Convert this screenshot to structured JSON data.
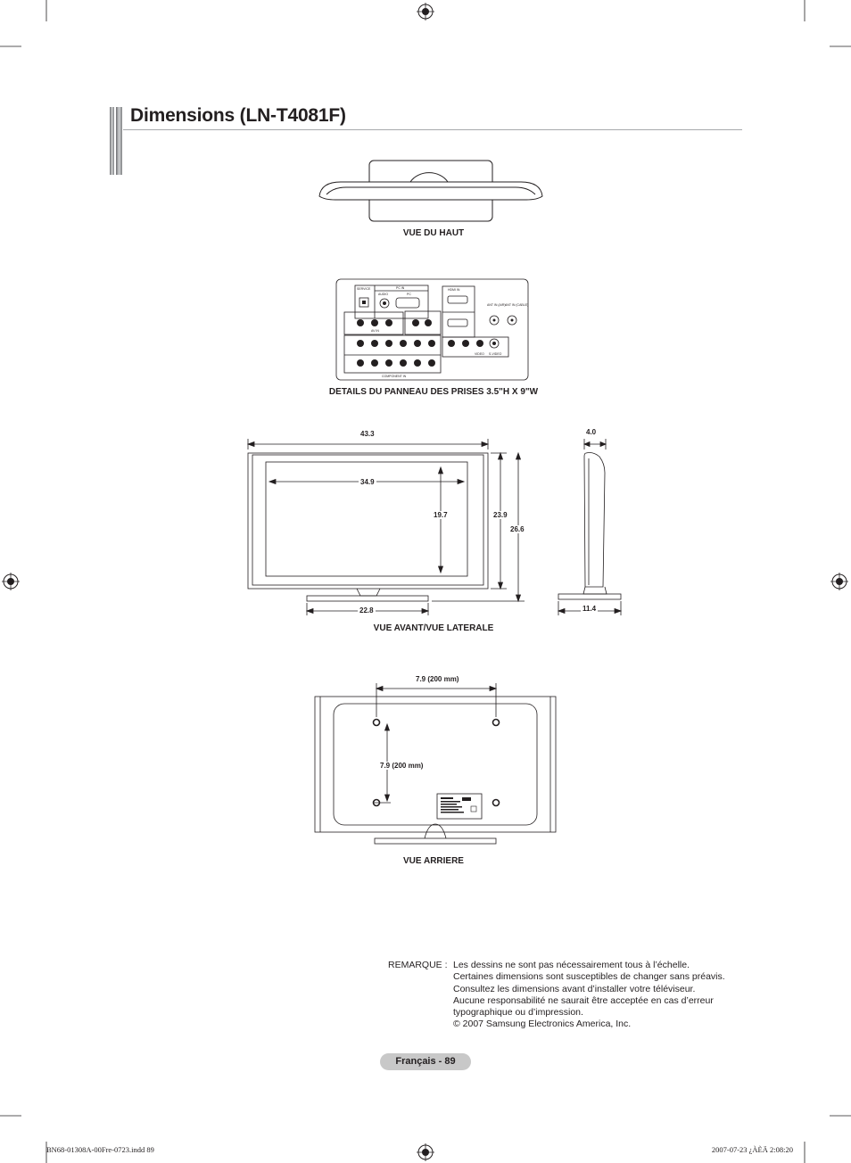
{
  "title": "Dimensions (LN-T4081F)",
  "captions": {
    "top_view": "VUE DU HAUT",
    "jack_panel": "DETAILS DU PANNEAU DES PRISES 3.5\"H X 9\"W",
    "front_side": "VUE AVANT/VUE LATERALE",
    "rear": "VUE ARRIERE"
  },
  "dimensions": {
    "overall_width": "43.3",
    "screen_width": "34.9",
    "screen_height": "19.7",
    "body_height": "23.9",
    "total_height": "26.6",
    "stand_width": "22.8",
    "depth": "4.0",
    "stand_depth": "11.4",
    "vesa_horizontal": "7.9 (200 mm)",
    "vesa_vertical": "7.9 (200 mm)"
  },
  "note": {
    "label": "REMARQUE :",
    "lines": [
      "Les dessins ne sont pas nécessairement tous à l’échelle.",
      "Certaines dimensions sont susceptibles de changer sans préavis.",
      "Consultez les dimensions avant d’installer votre téléviseur.",
      "Aucune responsabilité ne saurait être acceptée en cas d’erreur",
      "typographique ou d’impression.",
      "© 2007 Samsung Electronics America, Inc."
    ]
  },
  "page_label": "Français - 89",
  "footer": {
    "file": "BN68-01308A-00Fre-0723.indd   89",
    "timestamp": "2007-07-23   ¿ÀÈÄ 2:08:20"
  },
  "panel_labels": {
    "service": "SERVICE",
    "audio": "AUDIO",
    "pc_in": "PC IN",
    "pc": "PC",
    "hdmi_in": "HDMI IN",
    "ant_air": "ANT IN (AIR)",
    "ant_cable": "ANT IN (CABLE)",
    "component_in": "COMPONENT IN",
    "av_in": "AV IN",
    "video": "VIDEO",
    "s_video": "S-VIDEO"
  }
}
